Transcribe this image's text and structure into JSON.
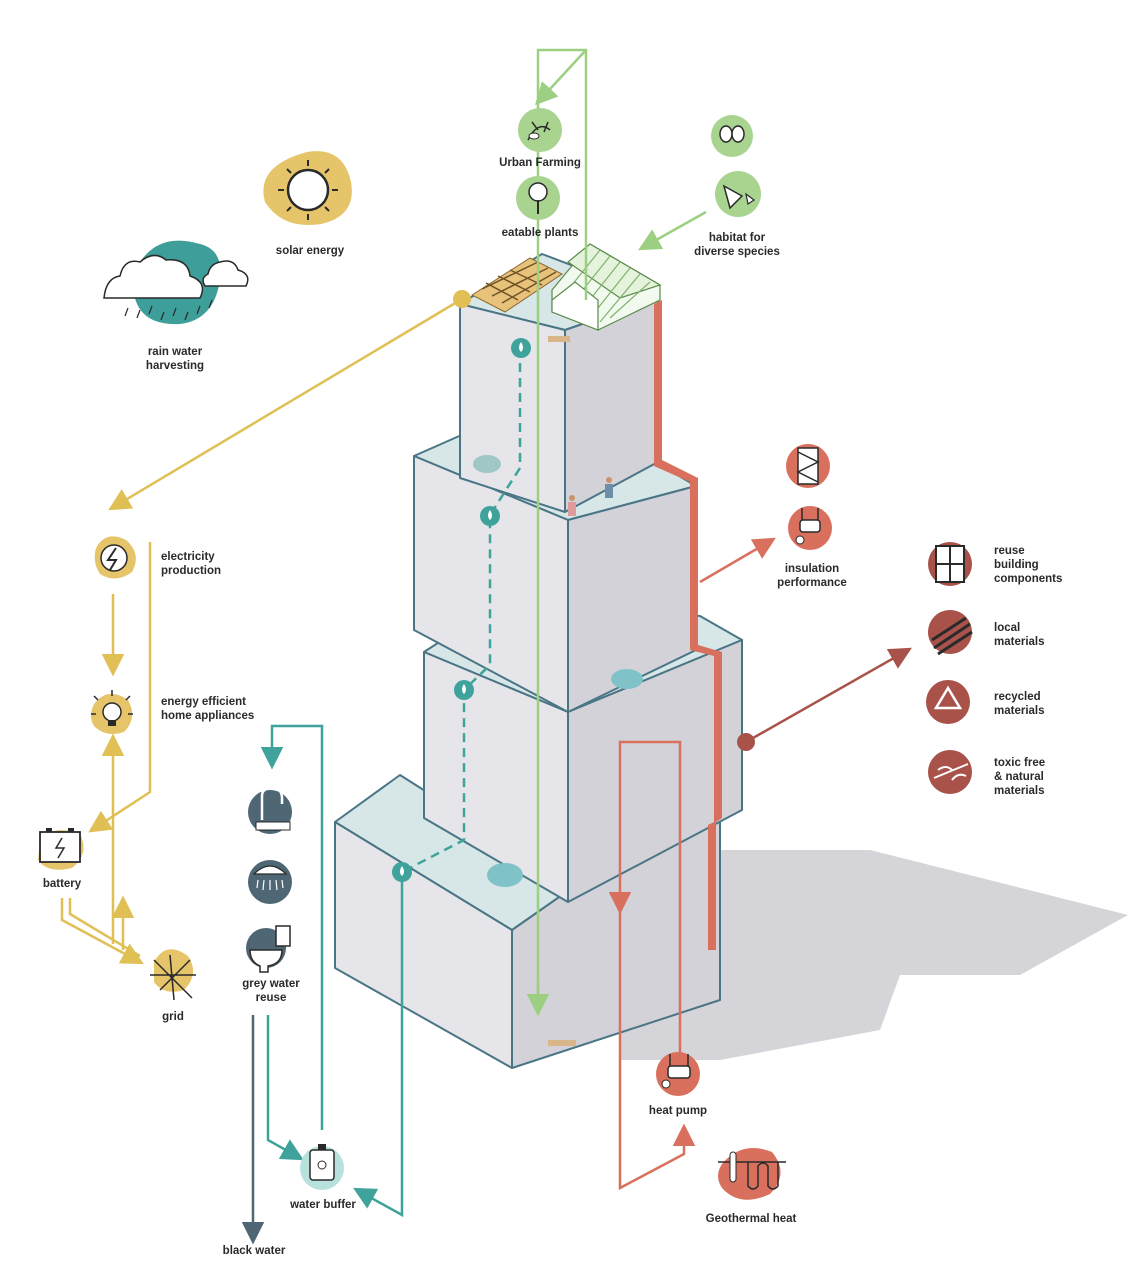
{
  "colors": {
    "solar": "#e5c46a",
    "energy_line": "#e0bf55",
    "green": "#a8d48f",
    "green_line": "#9ccf82",
    "teal": "#3e9e99",
    "teal_line": "#3fa39c",
    "red": "#d9705e",
    "red_line": "#d9705e",
    "dark_red": "#a9524a",
    "slate": "#4f6674",
    "building_face": "#e6e6ea",
    "building_side": "#d3d2d8",
    "building_top": "#d7e6e7",
    "shadow": "#d4d4d9",
    "outline": "#4a7585"
  },
  "labels": {
    "urban_farming": "Urban Farming",
    "eatable_plants": "eatable plants",
    "habitat_1": "habitat for",
    "habitat_2": "diverse species",
    "solar_energy": "solar energy",
    "rain_1": "rain water",
    "rain_2": "harvesting",
    "electricity_1": "electricity",
    "electricity_2": "production",
    "appliances_1": "energy efficient",
    "appliances_2": "home appliances",
    "battery": "battery",
    "grid": "grid",
    "grey_1": "grey water",
    "grey_2": "reuse",
    "water_buffer": "water buffer",
    "black_water": "black water",
    "insulation_1": "insulation",
    "insulation_2": "performance",
    "reuse_1": "reuse",
    "reuse_2": "building",
    "reuse_3": "components",
    "local_1": "local",
    "local_2": "materials",
    "recycled_1": "recycled",
    "recycled_2": "materials",
    "toxic_1": "toxic free",
    "toxic_2": "& natural",
    "toxic_3": "materials",
    "heat_pump": "heat pump",
    "geothermal": "Geothermal heat"
  },
  "icons": [
    "urban-farming-icon",
    "eatable-plants-icon",
    "butterfly-icon",
    "birds-icon",
    "sun-icon",
    "rain-cloud-icon",
    "lightning-icon",
    "light-bulb-icon",
    "battery-icon",
    "grid-icon",
    "faucet-icon",
    "shower-icon",
    "toilet-icon",
    "water-buffer-icon",
    "insulation-icon",
    "thermometer-icon",
    "window-icon",
    "timber-icon",
    "recycle-icon",
    "natural-materials-icon",
    "heat-pump-icon",
    "geothermal-icon",
    "water-drop-icon"
  ]
}
